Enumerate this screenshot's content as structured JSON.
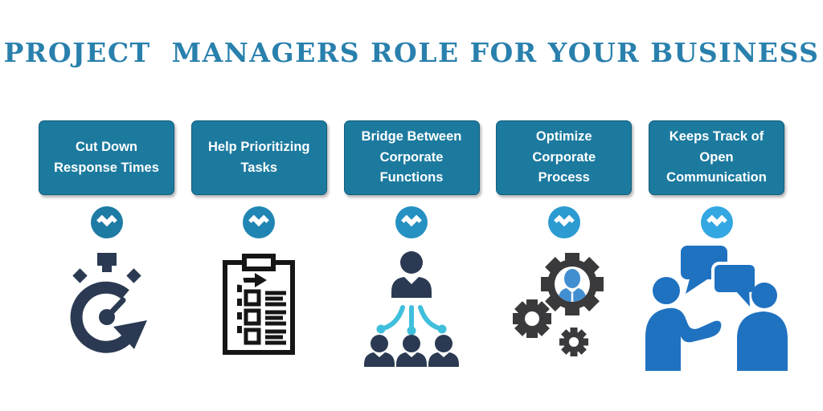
{
  "title": {
    "text": "PROJECT  MANAGERS ROLE FOR YOUR BUSINESS",
    "color": "#2980AD"
  },
  "colors": {
    "box_bg": "#1C7A9F",
    "box_text": "#FFFFFF",
    "stopwatch_navy": "#2B3A52",
    "checklist_black": "#161616",
    "connector_cyan": "#3FBFDC",
    "gear_charcoal": "#3A3A3C",
    "chat_blue": "#1F72C0",
    "gear_person_blue": "#418FD0"
  },
  "columns": [
    {
      "label": "Cut Down\nResponse Times",
      "icon": "stopwatch-icon",
      "chevron_color": "#1E7BA3"
    },
    {
      "label": "Help Prioritizing\nTasks",
      "icon": "checklist-clipboard-icon",
      "chevron_color": "#2085B3"
    },
    {
      "label": "Bridge Between\nCorporate\nFunctions",
      "icon": "org-hierarchy-icon",
      "chevron_color": "#2590C2"
    },
    {
      "label": "Optimize\nCorporate\nProcess",
      "icon": "gears-user-icon",
      "chevron_color": "#2B9BD1"
    },
    {
      "label": "Keeps Track of\nOpen\nCommunication",
      "icon": "people-chat-icon",
      "chevron_color": "#33A7E2"
    }
  ]
}
